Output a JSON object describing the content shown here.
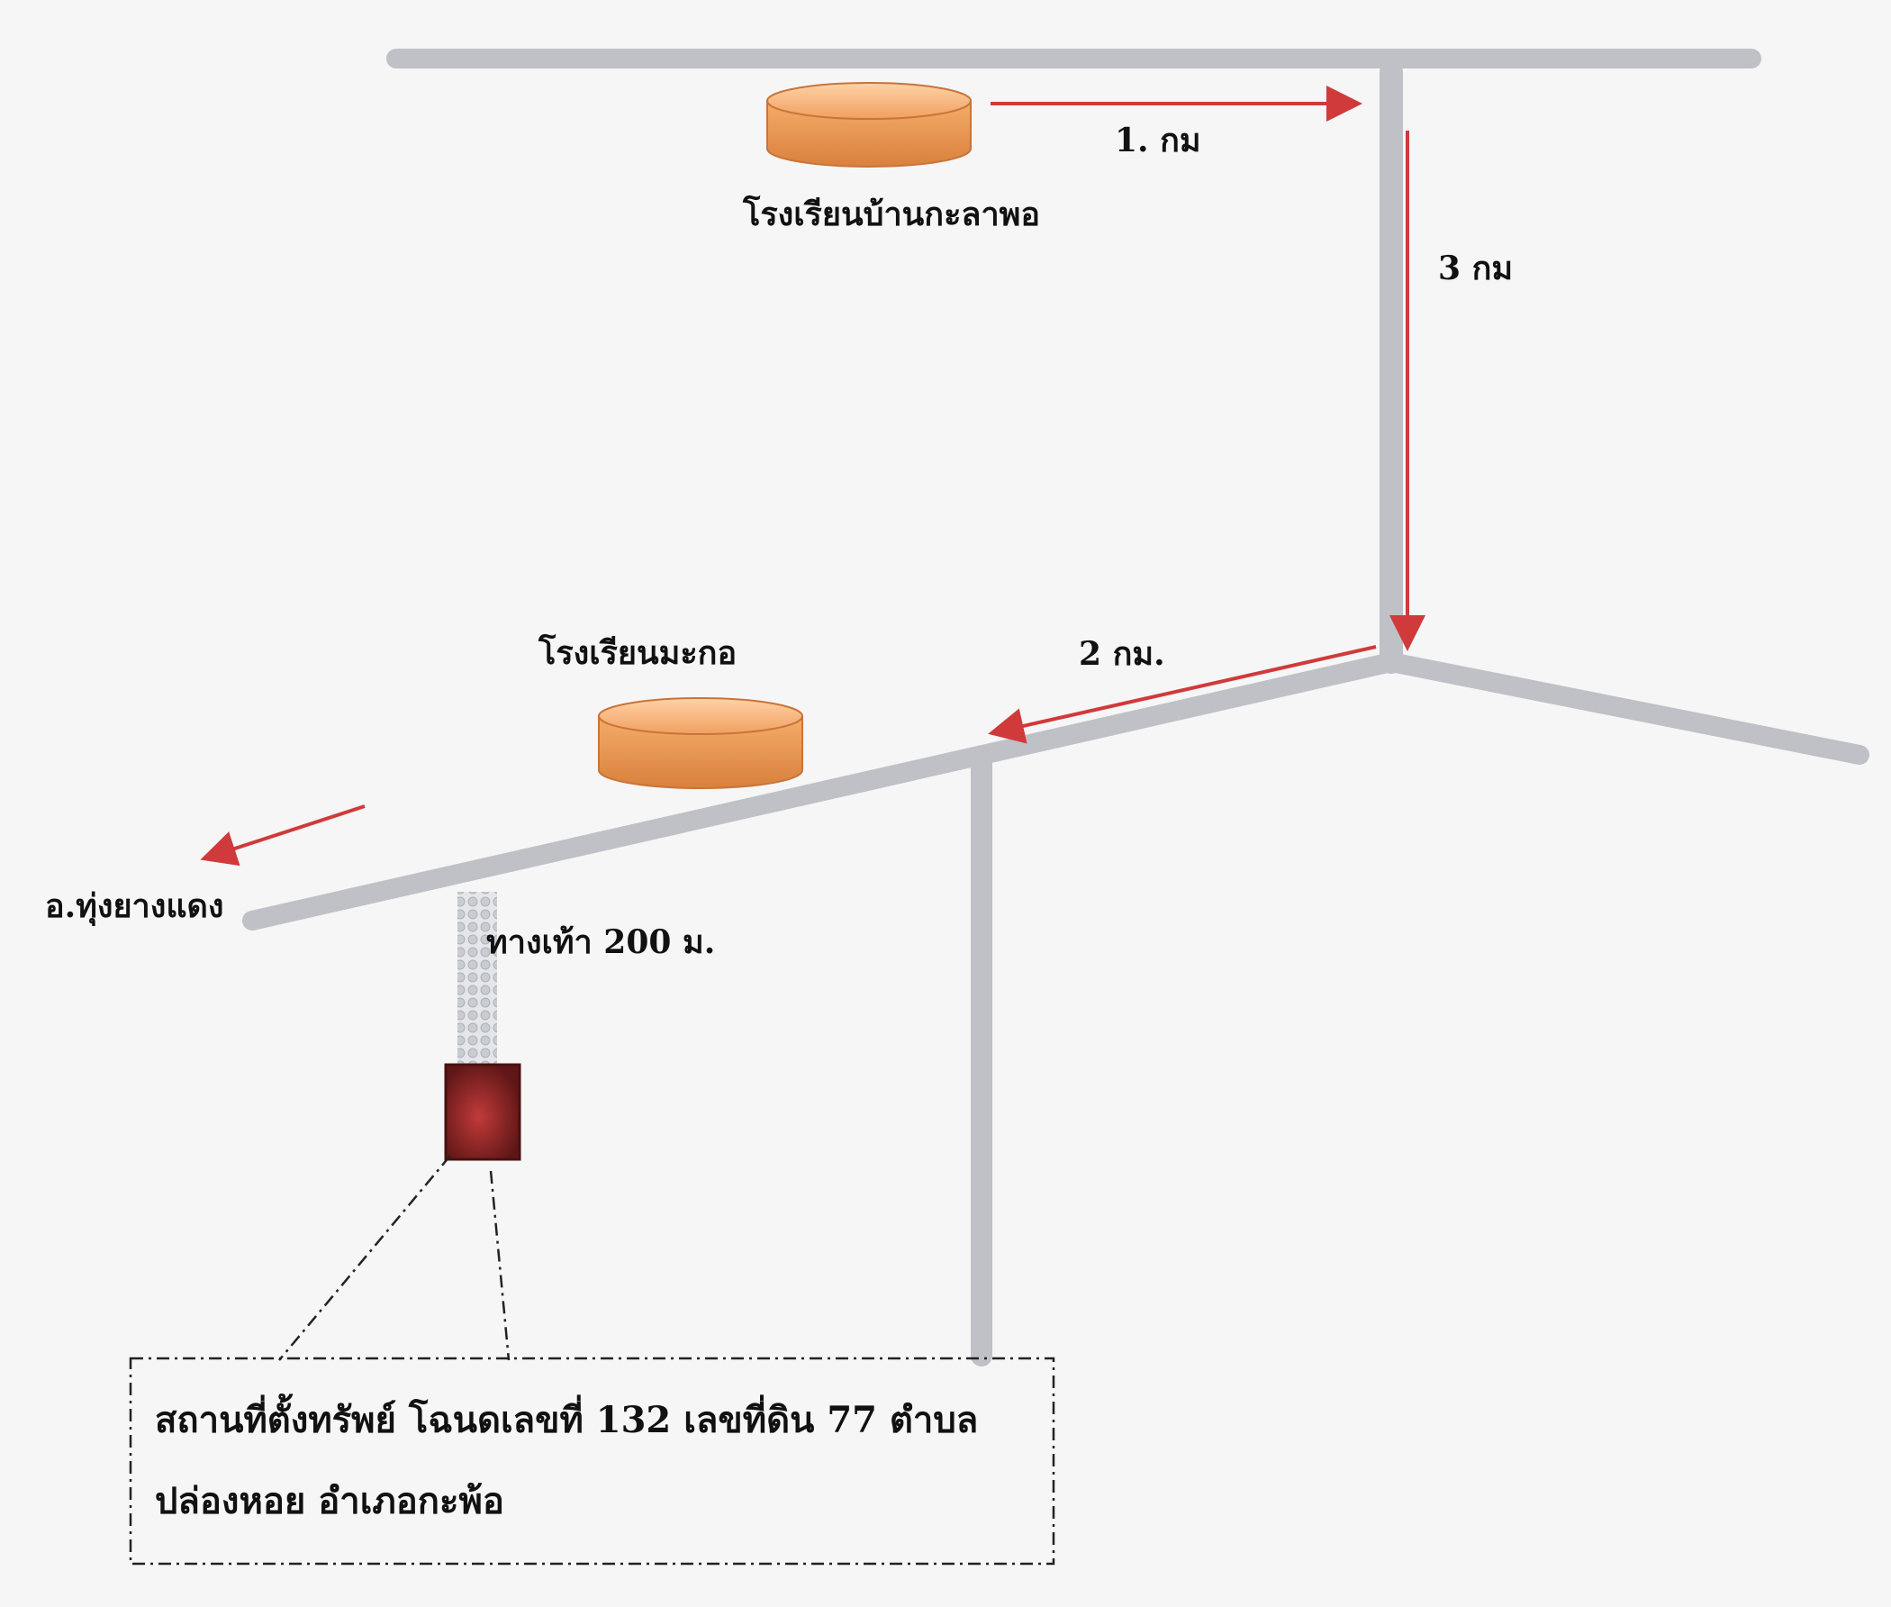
{
  "places": {
    "school_top": "โรงเรียนบ้านกะลาพอ",
    "school_mid": "โรงเรียนมะกอ",
    "district": "อ.ทุ่งยางแดง"
  },
  "distances": {
    "d1": "1. กม",
    "d3": "3 กม",
    "d2": "2 กม.",
    "walkway": "ทางเท้า 200 ม."
  },
  "caption": {
    "line1": "สถานที่ตั้งทรัพย์ โฉนดเลขที่ 132   เลขที่ดิน  77   ตำบล",
    "line2": "ปล่องหอย  อำเภอกะพ้อ"
  },
  "colors": {
    "road": "#bfc1c6",
    "route_arrow": "#d03a3a",
    "school_marker": "#f0a060",
    "property_marker": "#7a1f1f"
  }
}
